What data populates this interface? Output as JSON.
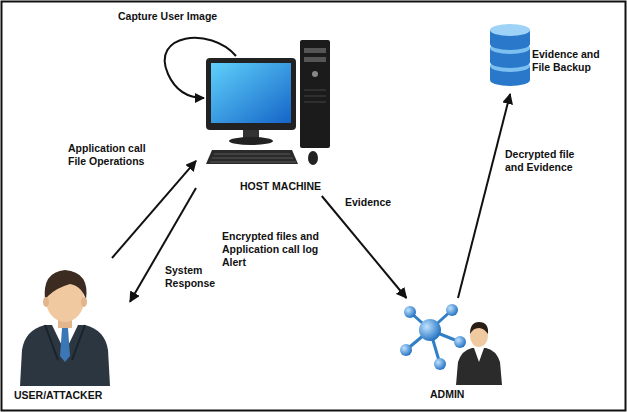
{
  "diagram": {
    "nodes": [
      {
        "text": [
          "HOST MACHINE"
        ]
      },
      {
        "text": [
          "USER/ATTACKER"
        ]
      },
      {
        "text": [
          "ADMIN"
        ]
      },
      {
        "text": [
          "Evidence and File Backup"
        ]
      }
    ],
    "edges": [
      {
        "from": 1,
        "to": 0,
        "arrow": "to",
        "label": "Application call File Operations"
      },
      {
        "from": 0,
        "to": 1,
        "arrow": "to",
        "label": "System Response"
      },
      {
        "from": 0,
        "to": 2,
        "arrow": "to",
        "label": "Evidence"
      },
      {
        "from": 2,
        "to": 3,
        "arrow": "to",
        "label": "Decrypted file and Evidence"
      }
    ],
    "labels": [
      "Capture User Image",
      "Encrypted files and Application call log Alert"
    ]
  }
}
